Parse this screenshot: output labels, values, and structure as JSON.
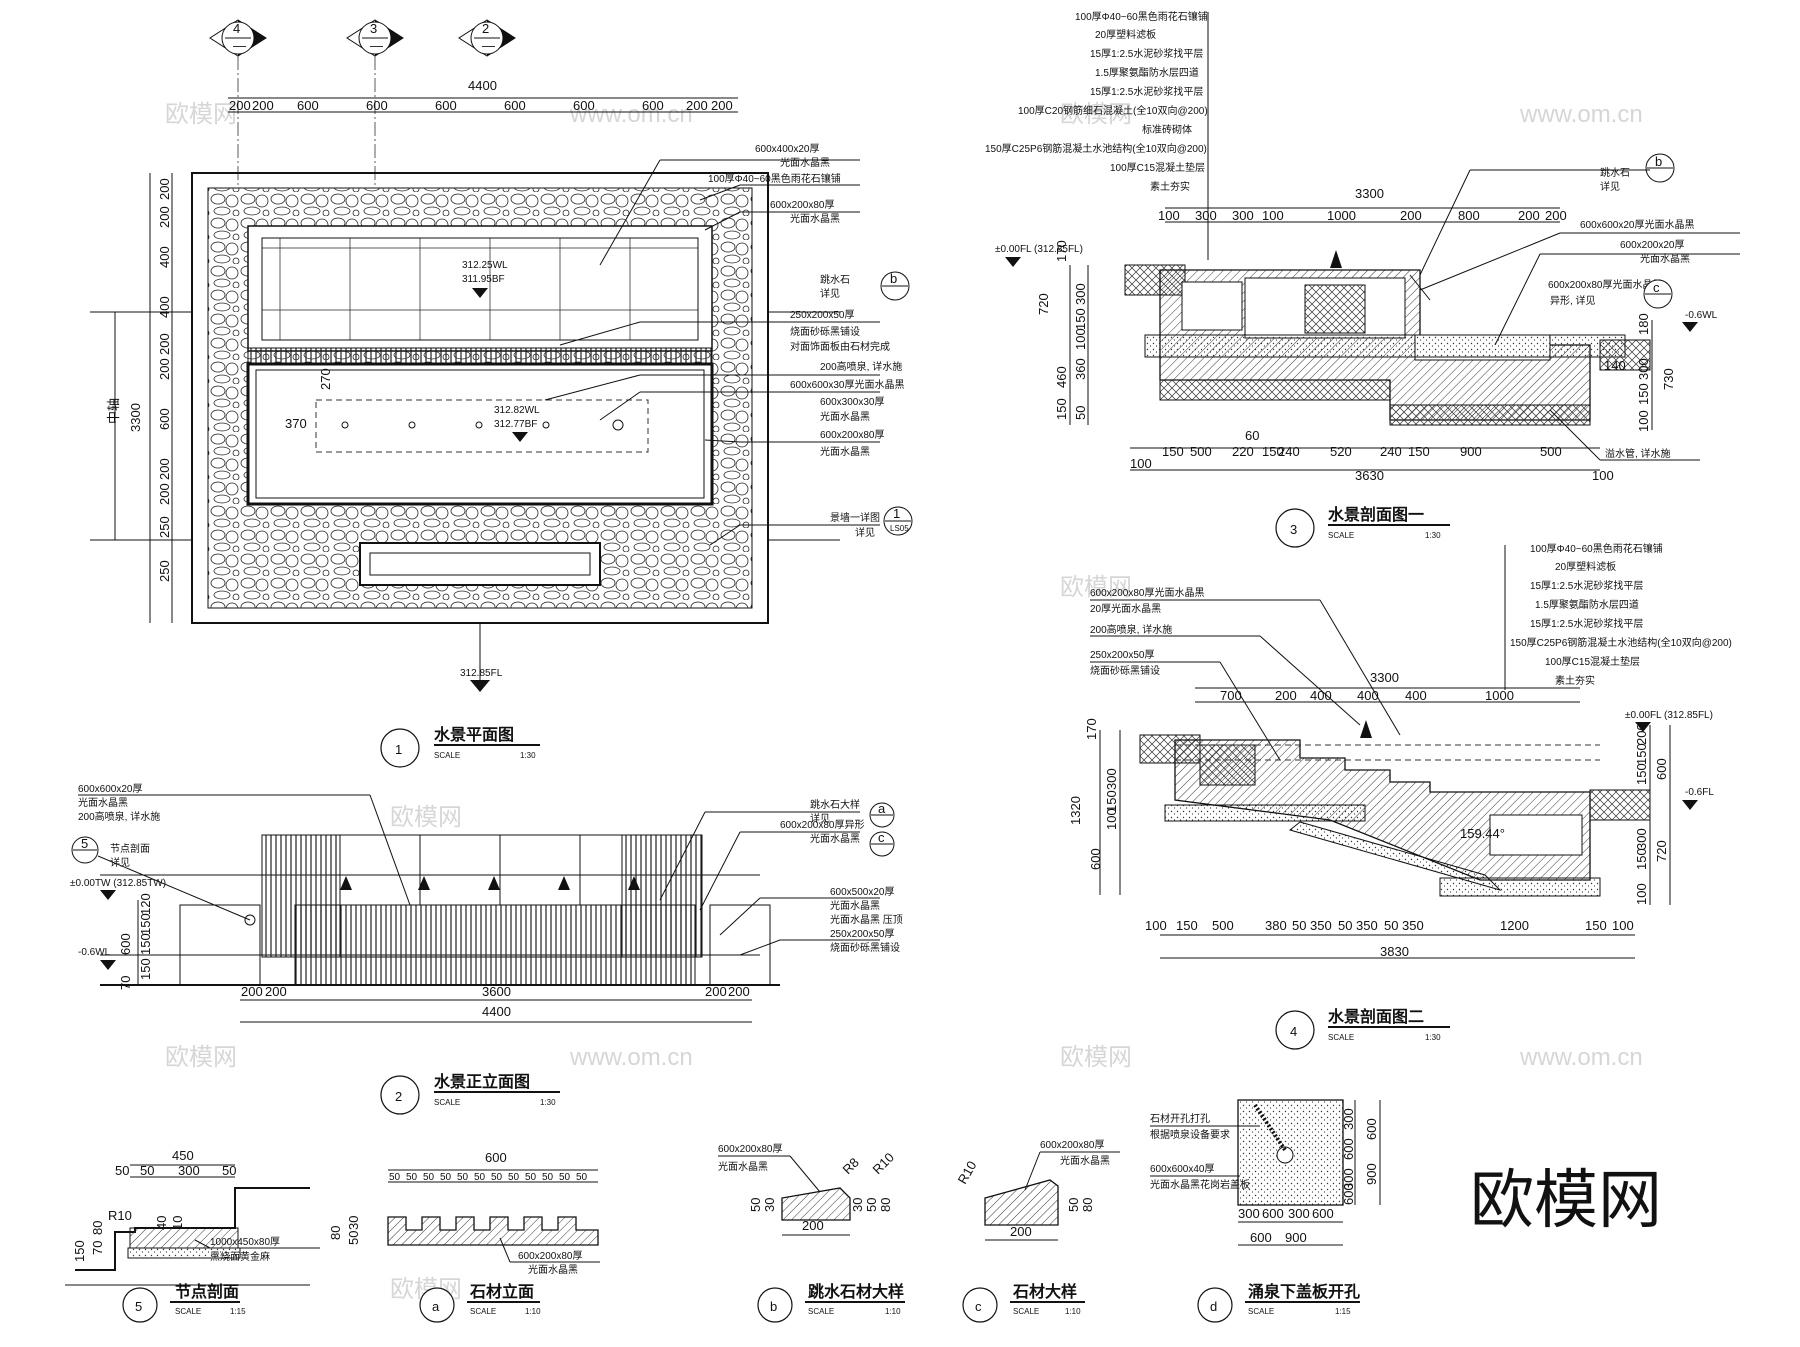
{
  "watermark": {
    "brand": "欧模网",
    "url": "www.om.cn"
  },
  "scale_word": "SCALE",
  "plan": {
    "title": "水景平面图",
    "number": "1",
    "scale": "1:30",
    "axes": [
      "4",
      "3",
      "2"
    ],
    "top_total": "4400",
    "top_dims": [
      "200",
      "200",
      "600",
      "600",
      "600",
      "600",
      "600",
      "600",
      "200",
      "200"
    ],
    "left_total": "3300",
    "left_dims": [
      "200",
      "200",
      "400",
      "400",
      "200",
      "200",
      "600",
      "200",
      "200",
      "250",
      "250"
    ],
    "elev1": "312.25WL",
    "elev2": "311.95BF",
    "elev3": "312.82WL",
    "elev4": "312.77BF",
    "elev_fl": "312.85FL",
    "dim_370": "370",
    "dim_270": "270",
    "axis_word": "中轴",
    "notes": [
      "600x400x20厚",
      "光面水晶黑",
      "100厚Φ40~60黑色雨花石镶铺",
      "600x200x80厚",
      "光面水晶黑",
      "跳水石",
      "详见",
      "250x200x50厚",
      "烧面砂砾黑铺设",
      "对面饰面板由石材完成",
      "200高喷泉, 详水施",
      "600x600x30厚光面水晶黑",
      "600x300x30厚",
      "光面水晶黑",
      "600x200x80厚",
      "光面水晶黑",
      "景墙一详图",
      "详见"
    ],
    "callout_b": "b",
    "callout_1": "1",
    "callout_1_sheet": "LS05"
  },
  "elevation": {
    "title": "水景正立面图",
    "number": "2",
    "scale": "1:30",
    "notes_left": [
      "600x600x20厚",
      "光面水晶黑",
      "200高喷泉, 详水施"
    ],
    "node_label": "节点剖面",
    "node_num": "5",
    "node_see": "详见",
    "tw": "±0.00TW (312.85TW)",
    "wl": "-0.6WL",
    "left_dims": [
      "120",
      "150",
      "150",
      "600",
      "150",
      "70"
    ],
    "bottom_dims": [
      "200",
      "200",
      "3600",
      "200",
      "200"
    ],
    "bottom_total": "4400",
    "notes_right": [
      "跳水石大样",
      "详见",
      "600x200x80厚异形",
      "光面水晶黑",
      "600x500x20厚",
      "光面水晶黑",
      "光面水晶黑 压顶",
      "250x200x50厚",
      "烧面砂砾黑铺设"
    ],
    "callout_a": "a",
    "callout_c": "c"
  },
  "section1": {
    "title": "水景剖面图一",
    "number": "3",
    "scale": "1:30",
    "layers": [
      "100厚Φ40~60黑色雨花石镶铺",
      "20厚塑料滤板",
      "15厚1:2.5水泥砂浆找平层",
      "1.5厚聚氨酯防水层四道",
      "15厚1:2.5水泥砂浆找平层",
      "100厚C20钢筋细石混凝土(全10双向@200)",
      "标准砖砌体",
      "150厚C25P6钢筋混凝土水池结构(全10双向@200)",
      "100厚C15混凝土垫层",
      "素土夯实"
    ],
    "top_total": "3300",
    "top_dims": [
      "100",
      "300",
      "300",
      "100",
      "1000",
      "200",
      "800",
      "200",
      "200"
    ],
    "left_dims": [
      "170",
      "720",
      "300",
      "150",
      "100",
      "460",
      "360",
      "150",
      "50"
    ],
    "right_dims": [
      "180",
      "730",
      "300",
      "150",
      "100"
    ],
    "bottom_dims": [
      "100",
      "150",
      "500",
      "220",
      "150",
      "240",
      "520",
      "240",
      "150",
      "900",
      "500",
      "100"
    ],
    "bottom_total": "3630",
    "fl": "±0.00FL (312.85FL)",
    "wl": "-0.6WL",
    "notes_right": [
      "跳水石",
      "详见",
      "600x600x20厚光面水晶黑",
      "600x200x20厚",
      "光面水晶黑",
      "600x200x80厚光面水晶黑",
      "异形, 详见"
    ],
    "bottom_note": "溢水管, 详水施",
    "dim_60": "60",
    "dim_140": "140",
    "callout_b": "b",
    "callout_c": "c"
  },
  "section2": {
    "title": "水景剖面图二",
    "number": "4",
    "scale": "1:30",
    "layers": [
      "100厚Φ40~60黑色雨花石镶铺",
      "20厚塑料滤板",
      "15厚1:2.5水泥砂浆找平层",
      "1.5厚聚氨酯防水层四道",
      "15厚1:2.5水泥砂浆找平层",
      "150厚C25P6钢筋混凝土水池结构(全10双向@200)",
      "100厚C15混凝土垫层",
      "素土夯实"
    ],
    "notes_left": [
      "600x200x80厚光面水晶黑",
      "20厚光面水晶黑",
      "200高喷泉, 详水施",
      "250x200x50厚",
      "烧面砂砾黑铺设"
    ],
    "top_total": "3300",
    "top_dims": [
      "700",
      "200",
      "400",
      "400",
      "400",
      "1000"
    ],
    "left_dims": [
      "170",
      "1320",
      "300",
      "150",
      "100",
      "600"
    ],
    "right_dims": [
      "200",
      "150",
      "150",
      "600",
      "300",
      "150",
      "720",
      "100"
    ],
    "bottom_dims": [
      "100",
      "150",
      "500",
      "380",
      "50",
      "350",
      "50",
      "350",
      "50",
      "350",
      "1200",
      "150",
      "100"
    ],
    "bottom_total": "3830",
    "fl": "±0.00FL (312.85FL)",
    "wl": "-0.6FL",
    "angle": "159.44°"
  },
  "detail5": {
    "title": "节点剖面",
    "number": "5",
    "scale": "1:15",
    "dims_top": [
      "450",
      "50",
      "50",
      "300",
      "50"
    ],
    "r": "R10",
    "dims_left": [
      "150",
      "70",
      "80"
    ],
    "dim_40": "40",
    "dim_10": "10",
    "note": "1000x450x80厚",
    "note2": "黑烧面黄金麻"
  },
  "detail_a": {
    "title": "石材立面",
    "number": "a",
    "scale": "1:10",
    "total": "600",
    "segs": [
      "50",
      "50",
      "50",
      "50",
      "50",
      "50",
      "50",
      "50",
      "50",
      "50",
      "50",
      "50"
    ],
    "left": [
      "80",
      "30",
      "50"
    ],
    "note": "600x200x80厚",
    "note2": "光面水晶黑"
  },
  "detail_b": {
    "title": "跳水石材大样",
    "number": "b",
    "scale": "1:10",
    "note": "600x200x80厚",
    "note2": "光面水晶黑",
    "r1": "R8",
    "r2": "R10",
    "w": "200",
    "h": [
      "50",
      "30"
    ],
    "h2": [
      "30",
      "50"
    ],
    "h3": "80"
  },
  "detail_c": {
    "title": "石材大样",
    "number": "c",
    "scale": "1:10",
    "note": "600x200x80厚",
    "note2": "光面水晶黑",
    "r": "R10",
    "w": "200",
    "h": [
      "50",
      "80"
    ]
  },
  "detail_d": {
    "title": "涌泉下盖板开孔",
    "number": "d",
    "scale": "1:15",
    "notes": [
      "石材开孔打孔",
      "根据喷泉设备要求",
      "600x600x40厚",
      "光面水晶黑花岗岩盖板"
    ],
    "right": [
      "300",
      "600",
      "300",
      "600"
    ],
    "right_total": [
      "600",
      "900"
    ],
    "bottom": [
      "300",
      "600",
      "300",
      "600"
    ],
    "bottom_total": [
      "600",
      "900"
    ]
  }
}
